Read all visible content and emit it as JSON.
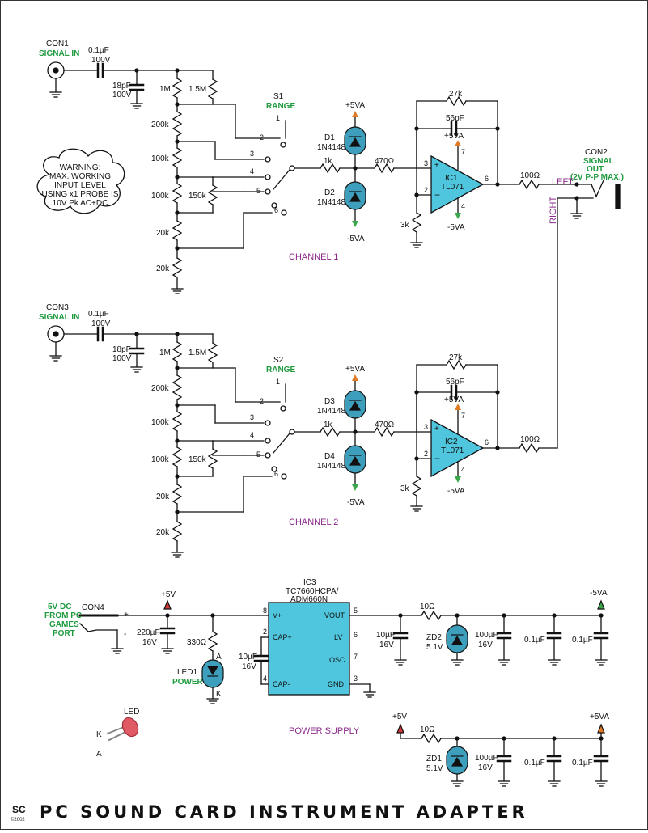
{
  "title": "PC SOUND CARD INSTRUMENT ADAPTER",
  "logo": {
    "text": "SC",
    "year": "©2002"
  },
  "colors": {
    "opamp": "#4fc6dd",
    "diode": "#3e9fbd",
    "wire": "#111111",
    "label_green": "#1f9a3f",
    "label_purple": "#8b2a8b"
  },
  "warning": [
    "WARNING:",
    "MAX. WORKING",
    "INPUT LEVEL",
    "USING x1 PROBE IS",
    "10V Pk AC+DC"
  ],
  "channel1": {
    "con": "CON1",
    "con_sub": "SIGNAL IN",
    "cap_in": "0.1µF",
    "cap_in_v": "100V",
    "cap_shunt": "18pF",
    "cap_shunt_v": "100V",
    "r1": "1M",
    "r2": "1.5M",
    "r3": "200k",
    "r4": "100k",
    "r5": "100k",
    "r6": "150k",
    "r7": "20k",
    "r8": "20k",
    "switch": "S1",
    "switch_sub": "RANGE",
    "positions": [
      "1",
      "2",
      "3",
      "4",
      "5",
      "6"
    ],
    "rin": "1k",
    "rser": "470Ω",
    "d_top": "D1",
    "d_top_t": "1N4148",
    "d_bot": "D2",
    "d_bot_t": "1N4148",
    "vpos": "+5VA",
    "vneg": "-5VA",
    "rf": "27k",
    "cf": "56pF",
    "rg": "3k",
    "ic": "IC1",
    "ic_type": "TL071",
    "pin3": "3",
    "pin2": "2",
    "pin7": "7",
    "pin4": "4",
    "pin6": "6",
    "rout": "100Ω",
    "label": "CHANNEL 1"
  },
  "channel2": {
    "con": "CON3",
    "con_sub": "SIGNAL IN",
    "cap_in": "0.1µF",
    "cap_in_v": "100V",
    "cap_shunt": "18pF",
    "cap_shunt_v": "100V",
    "r1": "1M",
    "r2": "1.5M",
    "r3": "200k",
    "r4": "100k",
    "r5": "100k",
    "r6": "150k",
    "r7": "20k",
    "r8": "20k",
    "switch": "S2",
    "switch_sub": "RANGE",
    "positions": [
      "1",
      "2",
      "3",
      "4",
      "5",
      "6"
    ],
    "rin": "1k",
    "rser": "470Ω",
    "d_top": "D3",
    "d_top_t": "1N4148",
    "d_bot": "D4",
    "d_bot_t": "1N4148",
    "vpos": "+5VA",
    "vneg": "-5VA",
    "rf": "27k",
    "cf": "56pF",
    "rg": "3k",
    "ic": "IC2",
    "ic_type": "TL071",
    "pin3": "3",
    "pin2": "2",
    "pin7": "7",
    "pin4": "4",
    "pin6": "6",
    "rout": "100Ω",
    "label": "CHANNEL 2"
  },
  "output": {
    "con": "CON2",
    "sub": [
      "SIGNAL",
      "OUT",
      "(2V P-P MAX.)"
    ],
    "left": "LEFT",
    "right": "RIGHT"
  },
  "power": {
    "label": "POWER SUPPLY",
    "input": [
      "5V DC",
      "FROM PC",
      "GAMES",
      "PORT"
    ],
    "con": "CON4",
    "plus": "+",
    "minus": "-",
    "v5": "+5V",
    "cap_in": "220µF",
    "cap_in_v": "16V",
    "r_led": "330Ω",
    "led": "LED1",
    "led_sub": "POWER",
    "led_a": "A",
    "led_k": "K",
    "ic": "IC3",
    "ic_type": [
      "TC7660HCPA/",
      "ADM660N"
    ],
    "pins": {
      "vplus": "V+",
      "capp": "CAP+",
      "capm": "CAP-",
      "vout": "VOUT",
      "lv": "LV",
      "osc": "OSC",
      "gnd": "GND",
      "p8": "8",
      "p2": "2",
      "p4": "4",
      "p5": "5",
      "p6": "6",
      "p7": "7",
      "p3": "3"
    },
    "c_pump": "10µF",
    "c_pump_v": "16V",
    "neg": {
      "r": "10Ω",
      "c1": "10µF",
      "c1_v": "16V",
      "zd": "ZD2",
      "zd_v": "5.1V",
      "c2": "100µF",
      "c2_v": "16V",
      "c3": "0.1µF",
      "c4": "0.1µF",
      "out": "-5VA"
    },
    "pos": {
      "in": "+5V",
      "r": "10Ω",
      "zd": "ZD1",
      "zd_v": "5.1V",
      "c2": "100µF",
      "c2_v": "16V",
      "c3": "0.1µF",
      "c4": "0.1µF",
      "out": "+5VA"
    },
    "led_pic": {
      "label": "LED",
      "k": "K",
      "a": "A"
    }
  }
}
